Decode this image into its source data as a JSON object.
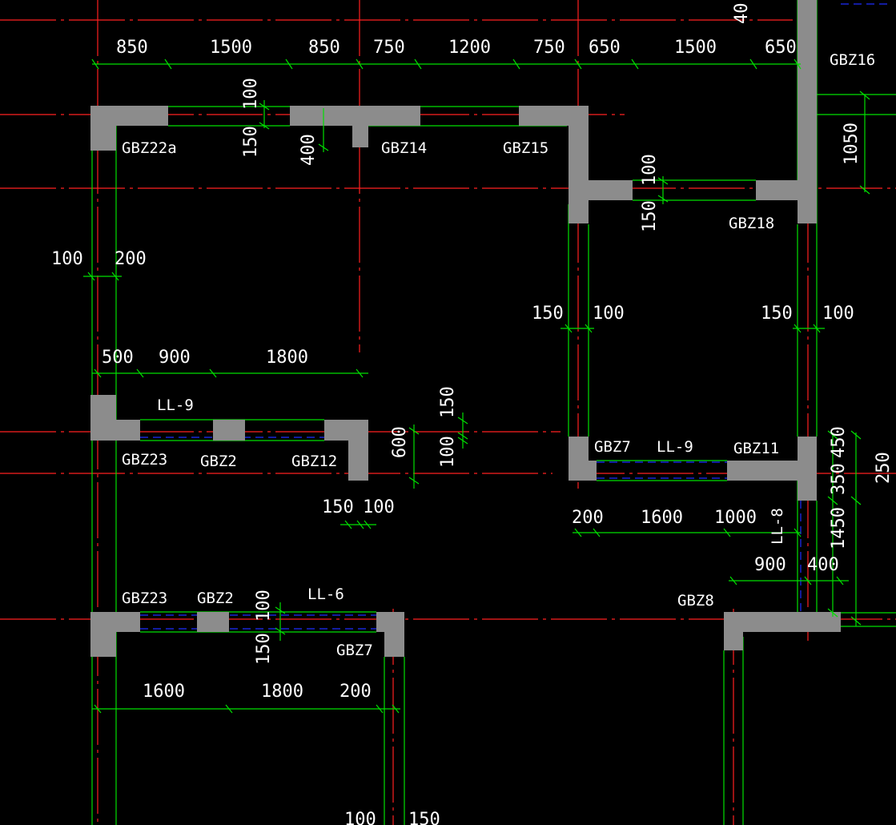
{
  "colors": {
    "background": "#000000",
    "axis_line": "#ff2020",
    "wall_line": "#00e000",
    "column_fill": "#8c8c8c",
    "beam_dash": "#1e2cff",
    "text": "#ffffff"
  },
  "dimensions": {
    "top_850_a": "850",
    "top_1500_a": "1500",
    "top_850_b": "850",
    "top_750_a": "750",
    "top_1200": "1200",
    "top_750_b": "750",
    "top_650_a": "650",
    "top_1500_b": "1500",
    "top_650_b": "650",
    "d_100_top": "100",
    "d_150_top": "150",
    "d_400": "400",
    "d_100_a": "100",
    "d_150_a": "150",
    "d_1050": "1050",
    "left_100": "100",
    "left_200": "200",
    "mid_150_l": "150",
    "mid_100_l": "100",
    "mid_150_r": "150",
    "mid_100_r": "100",
    "ll9_500": "500",
    "ll9_900": "900",
    "ll9_1800": "1800",
    "d_600": "600",
    "d_150_v": "150",
    "d_100_v": "100",
    "bot_150": "150",
    "bot_100": "100",
    "r_200": "200",
    "r_1600": "1600",
    "r_1000": "1000",
    "r_450": "450",
    "r_350": "350",
    "r_250": "250",
    "r_1450": "1450",
    "r_900": "900",
    "r_400": "400",
    "b_100": "100",
    "b_150": "150",
    "b_1600": "1600",
    "b_1800": "1800",
    "b_200": "200",
    "edge_100": "100",
    "edge_150": "150",
    "corner_40": "40"
  },
  "tags": {
    "gbz22a": "GBZ22a",
    "gbz14": "GBZ14",
    "gbz15": "GBZ15",
    "gbz16": "GBZ16",
    "gbz18": "GBZ18",
    "ll9_left": "LL-9",
    "gbz23_mid": "GBZ23",
    "gbz2_mid": "GBZ2",
    "gbz12": "GBZ12",
    "gbz7_right": "GBZ7",
    "ll9_right": "LL-9",
    "gbz11": "GBZ11",
    "ll8": "LL-8",
    "gbz8": "GBZ8",
    "gbz23_bot": "GBZ23",
    "gbz2_bot": "GBZ2",
    "ll6": "LL-6",
    "gbz7_bot": "GBZ7"
  }
}
